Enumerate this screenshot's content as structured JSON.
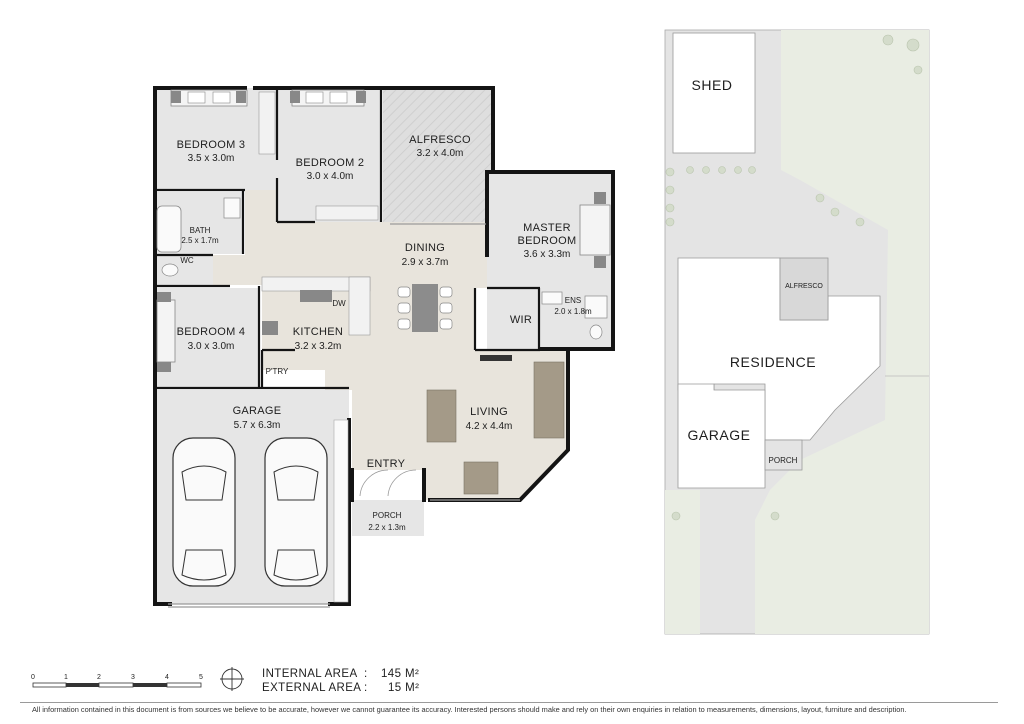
{
  "floorplan": {
    "rooms": [
      {
        "id": "bedroom-3",
        "name": "BEDROOM 3",
        "dims": "3.5 x 3.0m"
      },
      {
        "id": "bedroom-2",
        "name": "BEDROOM 2",
        "dims": "3.0 x 4.0m"
      },
      {
        "id": "alfresco",
        "name": "ALFRESCO",
        "dims": "3.2 x 4.0m"
      },
      {
        "id": "master",
        "name": "MASTER",
        "name2": "BEDROOM",
        "dims": "3.6 x 3.3m"
      },
      {
        "id": "bath",
        "name": "BATH",
        "dims": "2.5 x 1.7m"
      },
      {
        "id": "wc",
        "name": "WC"
      },
      {
        "id": "dining",
        "name": "DINING",
        "dims": "2.9 x 3.7m"
      },
      {
        "id": "ens",
        "name": "ENS",
        "dims": "2.0 x 1.8m"
      },
      {
        "id": "wir",
        "name": "WIR"
      },
      {
        "id": "bedroom-4",
        "name": "BEDROOM 4",
        "dims": "3.0 x 3.0m"
      },
      {
        "id": "kitchen",
        "name": "KITCHEN",
        "dims": "3.2 x 3.2m"
      },
      {
        "id": "dw",
        "name": "DW"
      },
      {
        "id": "pantry",
        "name": "P'TRY"
      },
      {
        "id": "garage",
        "name": "GARAGE",
        "dims": "5.7 x 6.3m"
      },
      {
        "id": "living",
        "name": "LIVING",
        "dims": "4.2 x 4.4m"
      },
      {
        "id": "entry",
        "name": "ENTRY"
      },
      {
        "id": "porch",
        "name": "PORCH",
        "dims": "2.2 x 1.3m"
      }
    ]
  },
  "siteplan": {
    "shed": "SHED",
    "alfresco": "ALFRESCO",
    "residence": "RESIDENCE",
    "garage": "GARAGE",
    "porch": "PORCH"
  },
  "scale": {
    "ticks": [
      "0",
      "1",
      "2",
      "3",
      "4",
      "5"
    ]
  },
  "areas": {
    "internal_label": "INTERNAL AREA",
    "internal_value": "145 M²",
    "external_label": "EXTERNAL AREA",
    "external_value": "15 M²",
    "separator": ":"
  },
  "disclaimer": "All information contained in this document is from sources we believe to be accurate, however we cannot guarantee its accuracy. Interested persons should make and rely on their own enquiries in relation to measurements, dimensions, layout, furniture and description."
}
